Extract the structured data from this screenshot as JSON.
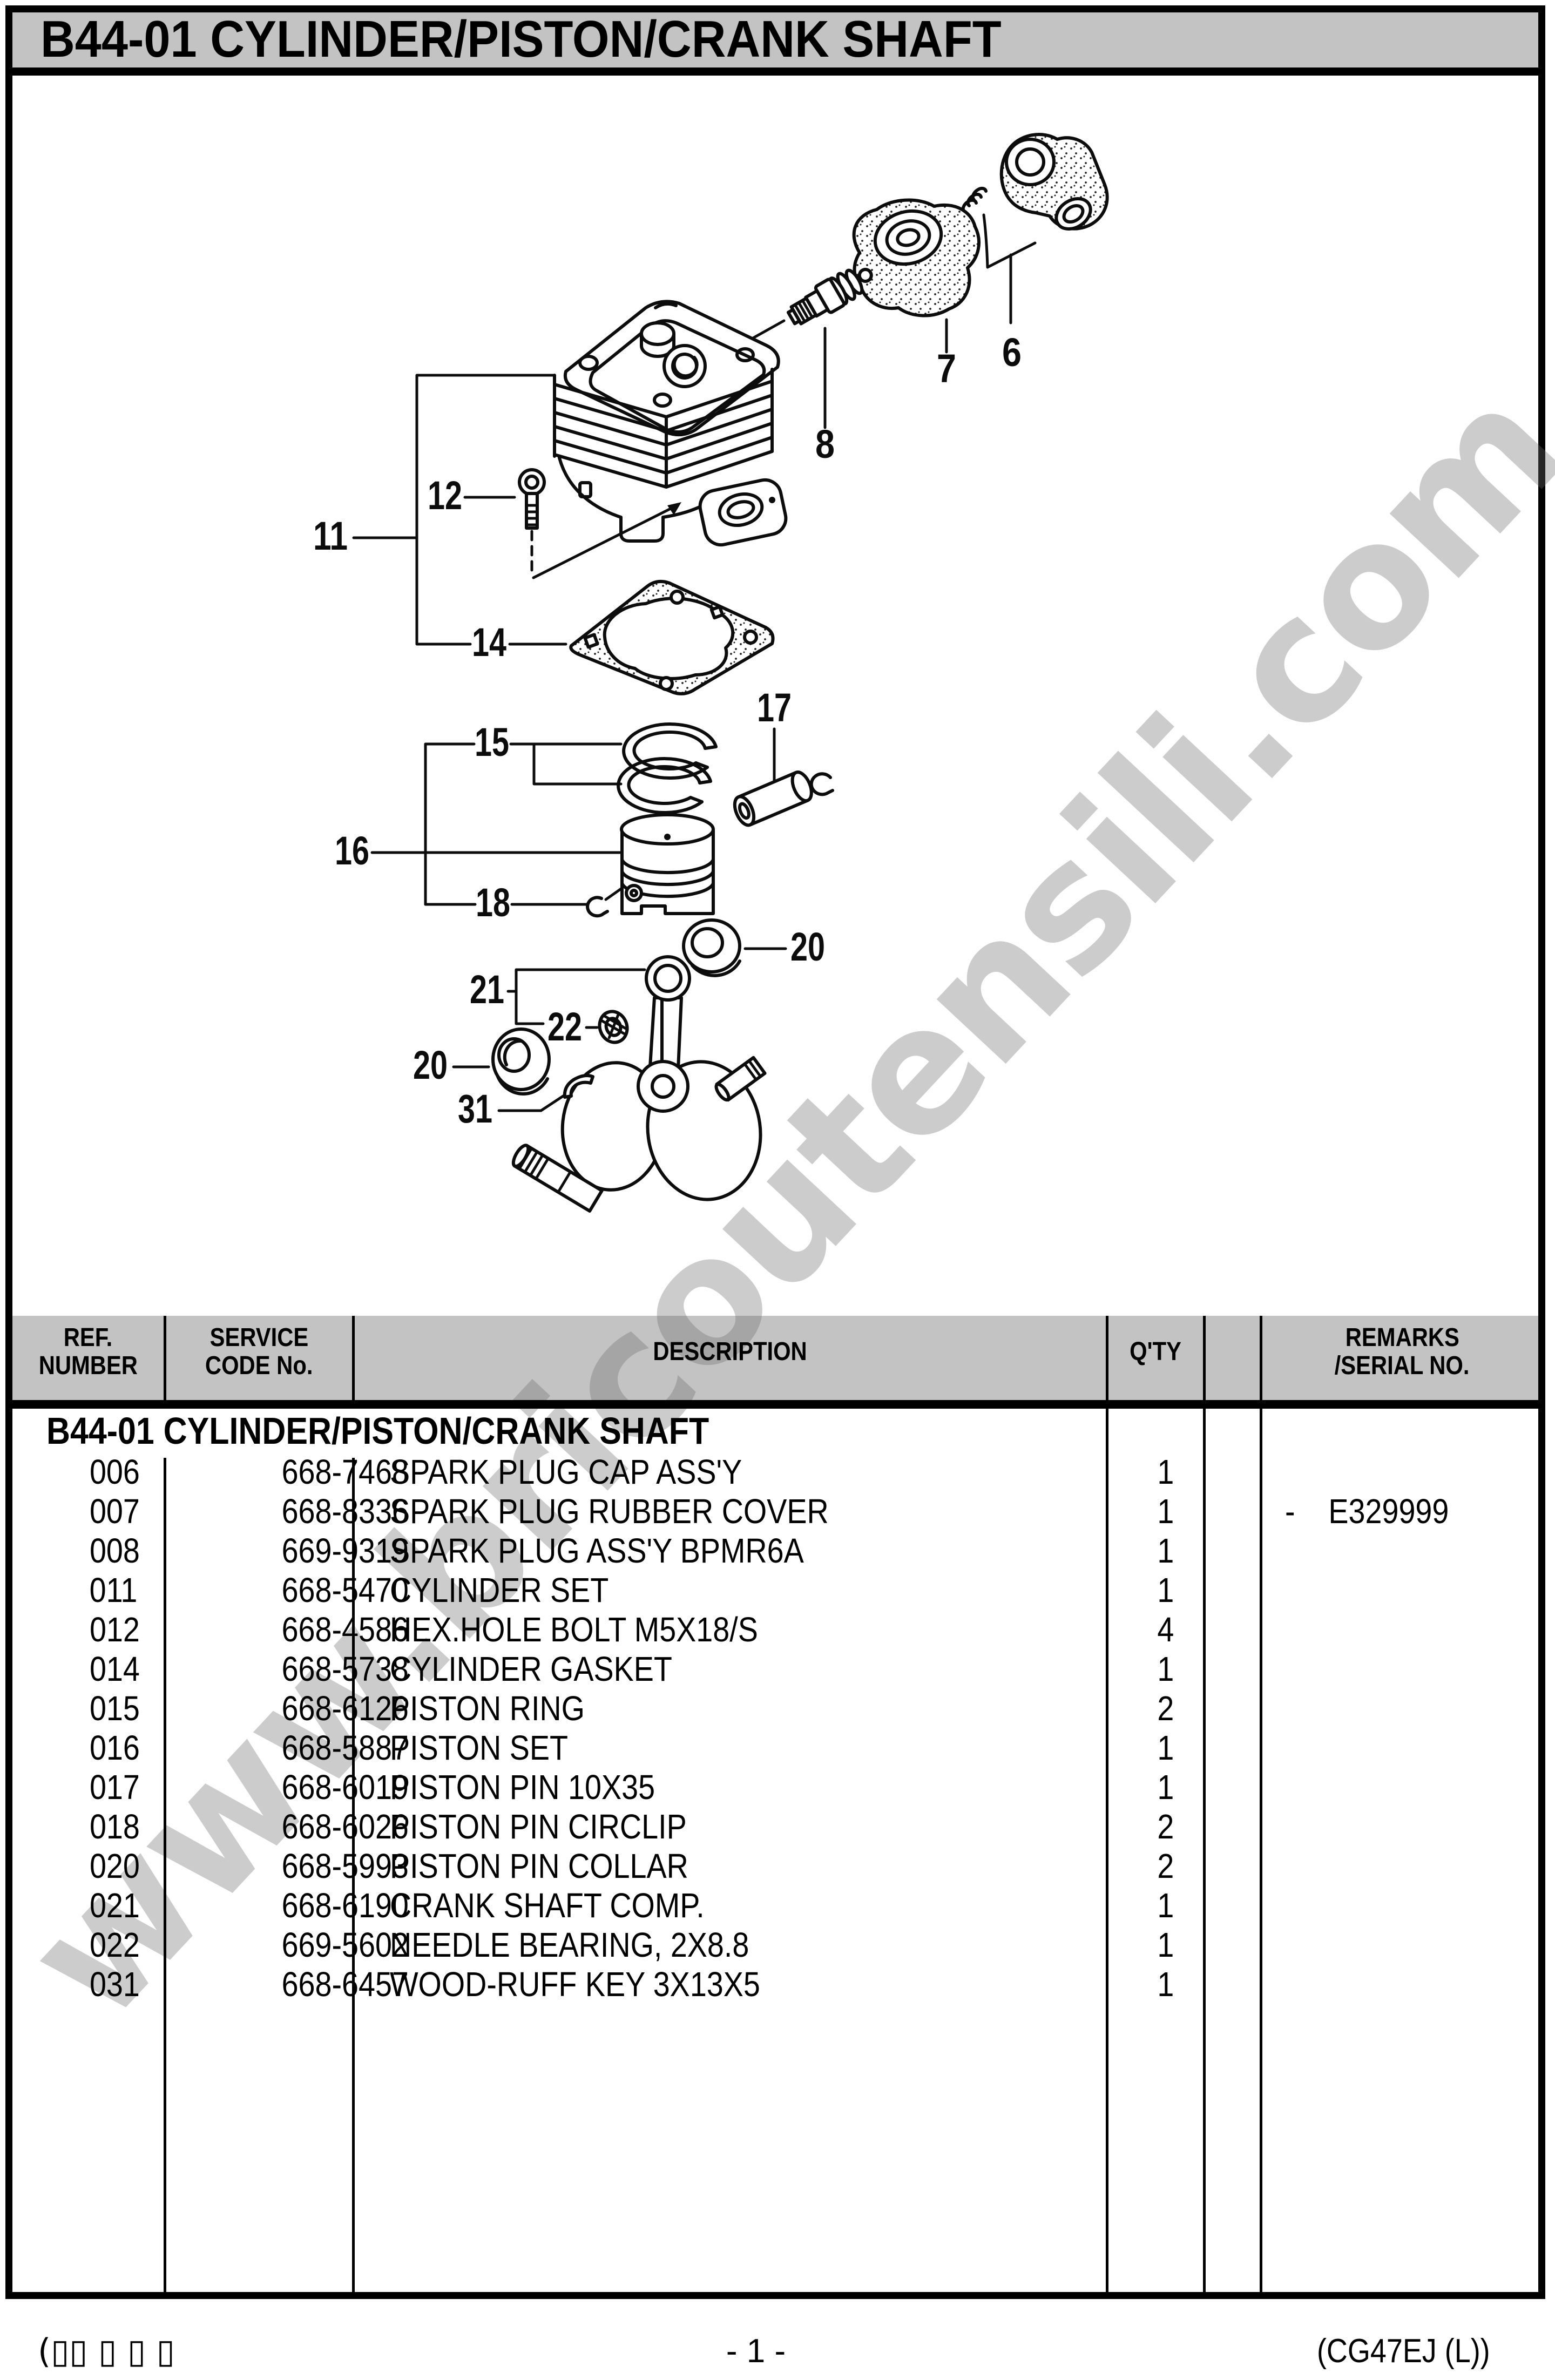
{
  "title": "B44-01 CYLINDER/PISTON/CRANK SHAFT",
  "diagram": {
    "watermark": "www.bricoutensili.com",
    "callouts": [
      "6",
      "7",
      "8",
      "11",
      "12",
      "14",
      "15",
      "16",
      "17",
      "18",
      "20",
      "20",
      "21",
      "22",
      "31"
    ]
  },
  "table": {
    "header": {
      "ref_line1": "REF.",
      "ref_line2": "NUMBER",
      "service_line1": "SERVICE",
      "service_line2": "CODE No.",
      "description": "DESCRIPTION",
      "qty": "Q'TY",
      "remarks_line1": "REMARKS",
      "remarks_line2": "/SERIAL NO."
    },
    "section_title": "B44-01 CYLINDER/PISTON/CRANK SHAFT",
    "rows": [
      {
        "ref": "006",
        "code": "668-7468",
        "desc": "SPARK PLUG CAP ASS'Y",
        "qty": "1",
        "remark": ""
      },
      {
        "ref": "007",
        "code": "668-8336",
        "desc": "SPARK PLUG RUBBER COVER",
        "qty": "1",
        "remark": "-    E329999"
      },
      {
        "ref": "008",
        "code": "669-9319",
        "desc": "SPARK PLUG ASS'Y BPMR6A",
        "qty": "1",
        "remark": ""
      },
      {
        "ref": "011",
        "code": "668-5470",
        "desc": "CYLINDER SET",
        "qty": "1",
        "remark": ""
      },
      {
        "ref": "012",
        "code": "668-4586",
        "desc": "HEX.HOLE BOLT M5X18/S",
        "qty": "4",
        "remark": ""
      },
      {
        "ref": "014",
        "code": "668-5738",
        "desc": "CYLINDER GASKET",
        "qty": "1",
        "remark": ""
      },
      {
        "ref": "015",
        "code": "668-6126",
        "desc": "PISTON RING",
        "qty": "2",
        "remark": ""
      },
      {
        "ref": "016",
        "code": "668-5887",
        "desc": "PISTON SET",
        "qty": "1",
        "remark": ""
      },
      {
        "ref": "017",
        "code": "668-6019",
        "desc": "PISTON PIN 10X35",
        "qty": "1",
        "remark": ""
      },
      {
        "ref": "018",
        "code": "668-6026",
        "desc": "PISTON PIN CIRCLIP",
        "qty": "2",
        "remark": ""
      },
      {
        "ref": "020",
        "code": "668-5993",
        "desc": "PISTON PIN COLLAR",
        "qty": "2",
        "remark": ""
      },
      {
        "ref": "021",
        "code": "668-6190",
        "desc": "CRANK SHAFT COMP.",
        "qty": "1",
        "remark": ""
      },
      {
        "ref": "022",
        "code": "669-5602",
        "desc": "NEEDLE BEARING, 2X8.8",
        "qty": "1",
        "remark": ""
      },
      {
        "ref": "031",
        "code": "668-6457",
        "desc": "WOOD-RUFF KEY 3X13X5",
        "qty": "1",
        "remark": ""
      }
    ]
  },
  "footer": {
    "left": "(▯▯ ▯ ▯ ▯",
    "page": "- 1 -",
    "right": "(CG47EJ (L))"
  }
}
